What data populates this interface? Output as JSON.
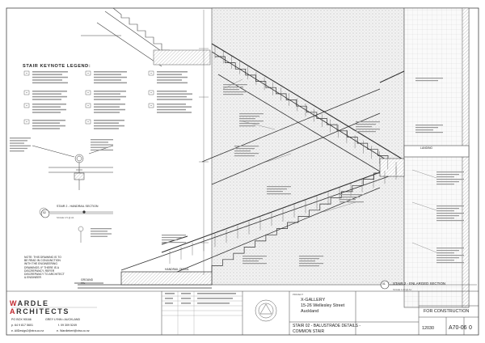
{
  "legend": {
    "title": "STAIR KEYNOTE LEGEND:"
  },
  "note": {
    "text": "NOTE: THIS DRAWING IS TO BE READ IN CONJUNCTION WITH THE ENGINEERING DRAWINGS. IF THERE IS A DISCREPANCY, REFER DISCREPANCY TO ARCHITECT & ENGINEER"
  },
  "labels": {
    "handrail_section": "STAIR 2 - HANDRAIL SECTION",
    "enlarged_section": "STAIR 2 - ENLARGED SECTION",
    "landing": "LANDING",
    "handrail_detail": "HANDRAIL DETAIL",
    "ground": "GROUND",
    "ffl": "FFL",
    "scale_a": "SCALE 1:5 @ A1",
    "scale_b": "SCALE 1:20 @ A1",
    "marker_02": "02",
    "marker_01": "01"
  },
  "firm": {
    "logo_w": "W",
    "logo_ardle": "ARDLE",
    "logo_a": "A",
    "logo_rchitects": "RCHITECTS",
    "po_box": "PO BOX 90166",
    "location": "GREY LYNN • AUCKLAND",
    "phone": "p. 64 9 817 5601",
    "fax": "f. 09 309 5249",
    "email": "e. AllDesign2@xtra.co.nz",
    "email2": "e. Wardlebert@xtra.co.nz"
  },
  "project": {
    "label": "PROJECT",
    "name": "X-GALLERY",
    "street": "15-26 Wellesley Street",
    "city": "Auckland",
    "drawing_title_1": "STAIR 02 - BALUSTRADE DETAILS -",
    "drawing_title_2": "COMMON STAIR",
    "status": "FOR CONSTRUCTION",
    "job_no": "12030",
    "sheet_no": "A70-06",
    "revision": "0"
  },
  "colors": {
    "line": "#333333",
    "red": "#c0272d",
    "hatch": "#d6d6d6"
  }
}
